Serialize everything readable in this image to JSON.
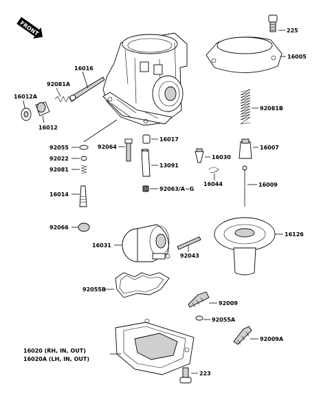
{
  "front_arrow": {
    "label": "FRONT"
  },
  "callouts": {
    "p225": "225",
    "p16005": "16005",
    "p16016": "16016",
    "p92081A": "92081A",
    "p16012A": "16012A",
    "p16012": "16012",
    "p92081B": "92081B",
    "p92055": "92055",
    "p92064": "92064",
    "p16017": "16017",
    "p16030": "16030",
    "p16007": "16007",
    "p92022": "92022",
    "p13091": "13091",
    "p92081": "92081",
    "p16044": "16044",
    "p16009": "16009",
    "p16014": "16014",
    "p92063": "92063/A~G",
    "p92066": "92066",
    "p16126": "16126",
    "p16031": "16031",
    "p92043": "92043",
    "p92055B": "92055B",
    "p92009": "92009",
    "p92055A": "92055A",
    "p92009A": "92009A",
    "p16020": "16020 (RH, IN, OUT)",
    "p16020A": "16020A (LH, IN, OUT)",
    "p223": "223"
  }
}
